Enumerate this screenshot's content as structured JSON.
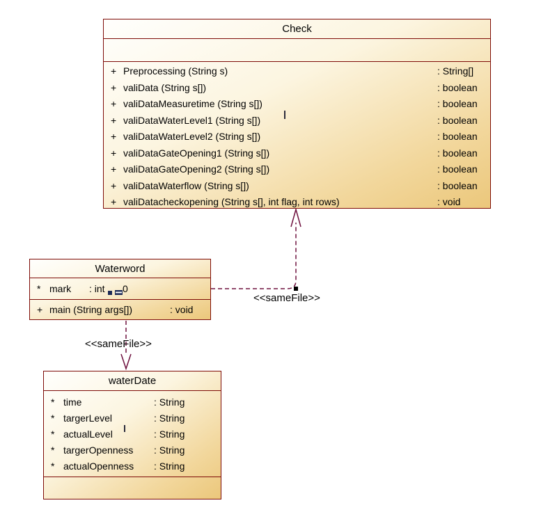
{
  "diagram": {
    "background": "#ffffff"
  },
  "colors": {
    "box_border": "#7d0a06",
    "box_fill_start": "#fffffd",
    "box_fill_end": "#ebc77b",
    "relation_line": "#6e103e",
    "text": "#000000"
  },
  "classes": {
    "check": {
      "name": "Check",
      "methods": [
        {
          "visibility": "+",
          "signature": "Preprocessing (String s)",
          "returns": ": String[]"
        },
        {
          "visibility": "+",
          "signature": "valiData (String s[])",
          "returns": ": boolean"
        },
        {
          "visibility": "+",
          "signature": "valiDataMeasuretime (String s[])",
          "returns": ": boolean"
        },
        {
          "visibility": "+",
          "signature": "valiDataWaterLevel1 (String s[])",
          "returns": ": boolean"
        },
        {
          "visibility": "+",
          "signature": "valiDataWaterLevel2 (String s[])",
          "returns": ": boolean"
        },
        {
          "visibility": "+",
          "signature": "valiDataGateOpening1 (String s[])",
          "returns": ": boolean"
        },
        {
          "visibility": "+",
          "signature": "valiDataGateOpening2 (String s[])",
          "returns": ": boolean"
        },
        {
          "visibility": "+",
          "signature": "valiDataWaterflow (String s[])",
          "returns": ": boolean"
        },
        {
          "visibility": "+",
          "signature": "valiDatacheckopening (String s[], int flag, int rows)",
          "returns": ": void"
        }
      ]
    },
    "waterword": {
      "name": "Waterword",
      "attribute": {
        "visibility": "*",
        "name": "mark",
        "type": ": int",
        "initial": "0"
      },
      "method": {
        "visibility": "+",
        "signature": "main (String args[])",
        "returns": ": void"
      }
    },
    "waterdate": {
      "name": "waterDate",
      "attributes": [
        {
          "visibility": "*",
          "name": "time",
          "type": ": String"
        },
        {
          "visibility": "*",
          "name": "targerLevel",
          "type": ": String"
        },
        {
          "visibility": "*",
          "name": "actualLevel",
          "type": ": String"
        },
        {
          "visibility": "*",
          "name": "targerOpenness",
          "type": ": String"
        },
        {
          "visibility": "*",
          "name": "actualOpenness",
          "type": ": String"
        }
      ]
    }
  },
  "relations": [
    {
      "from": "Waterword",
      "to": "Check",
      "label": "<<sameFile>>"
    },
    {
      "from": "Waterword",
      "to": "waterDate",
      "label": "<<sameFile>>"
    }
  ]
}
